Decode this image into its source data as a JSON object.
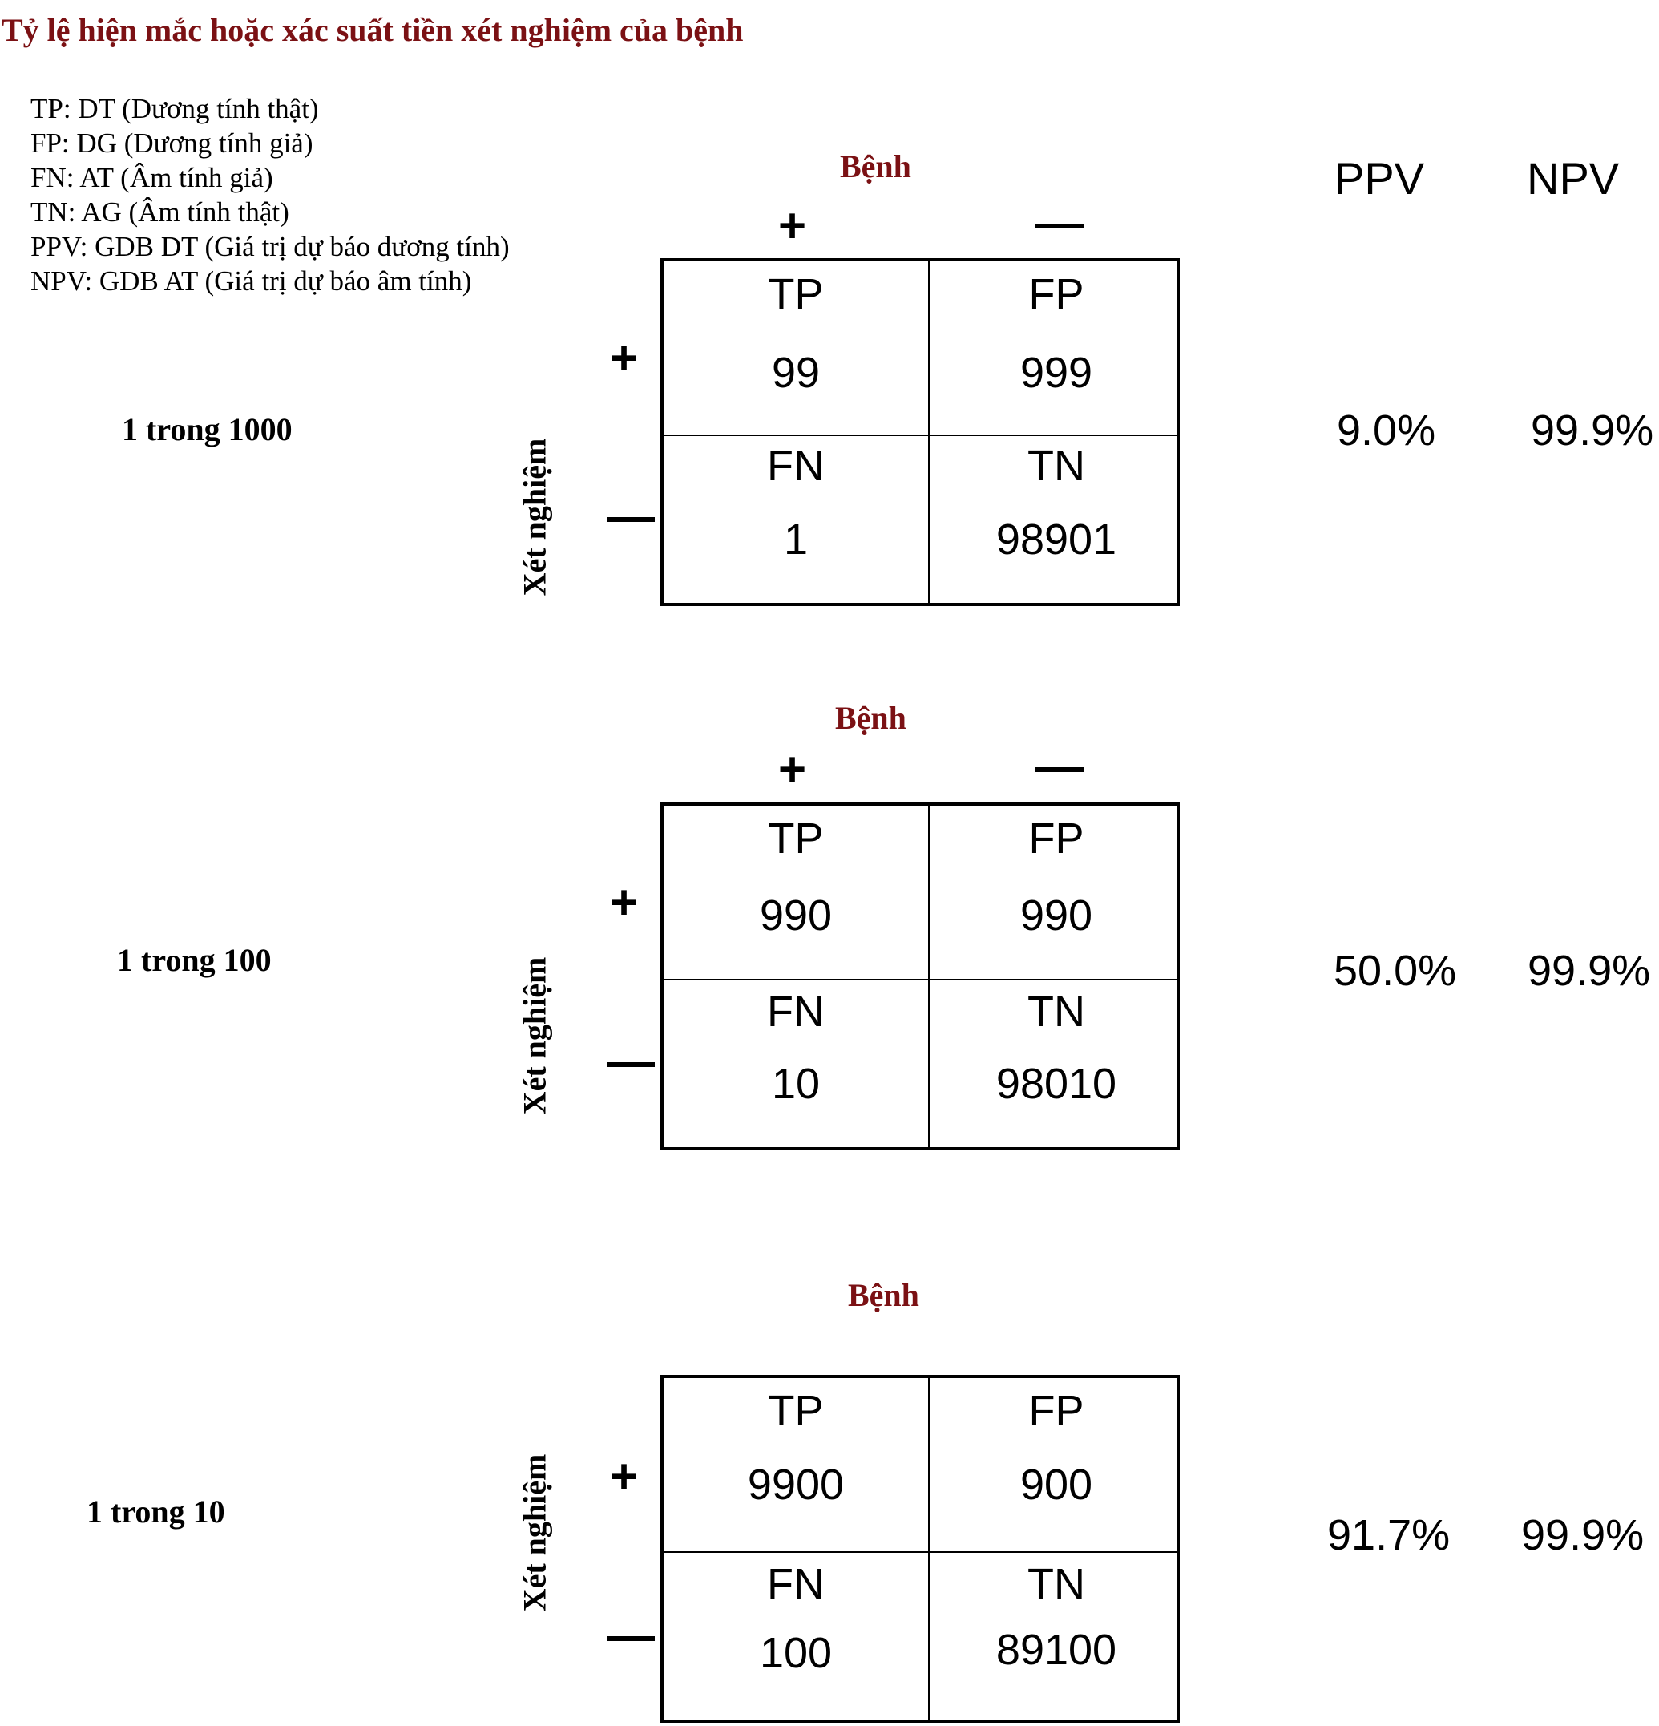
{
  "title": "Tỷ lệ hiện mắc hoặc xác suất tiền xét nghiệm của bệnh",
  "legend": [
    "TP: DT (Dương tính thật)",
    "FP: DG (Dương tính giả)",
    "FN: AT (Âm tính giả)",
    "TN: AG (Âm tính thật)",
    "PPV: GDB DT (Giá trị dự báo dương tính)",
    "NPV: GDB AT (Giá trị dự báo âm tính)"
  ],
  "headers": {
    "ppv": "PPV",
    "npv": "NPV"
  },
  "labels": {
    "disease": "Bệnh",
    "test": "Xét nghiệm",
    "plus": "+",
    "minus": "—",
    "tp": "TP",
    "fp": "FP",
    "fn": "FN",
    "tn": "TN"
  },
  "blocks": [
    {
      "prevalence": "1 trong 1000",
      "tp": "99",
      "fp": "999",
      "fn": "1",
      "tn": "98901",
      "ppv": "9.0%",
      "npv": "99.9%",
      "show_column_signs": true
    },
    {
      "prevalence": "1 trong 100",
      "tp": "990",
      "fp": "990",
      "fn": "10",
      "tn": "98010",
      "ppv": "50.0%",
      "npv": "99.9%",
      "show_column_signs": true
    },
    {
      "prevalence": "1 trong 10",
      "tp": "9900",
      "fp": "900",
      "fn": "100",
      "tn": "89100",
      "ppv": "91.7%",
      "npv": "99.9%",
      "show_column_signs": false
    }
  ]
}
